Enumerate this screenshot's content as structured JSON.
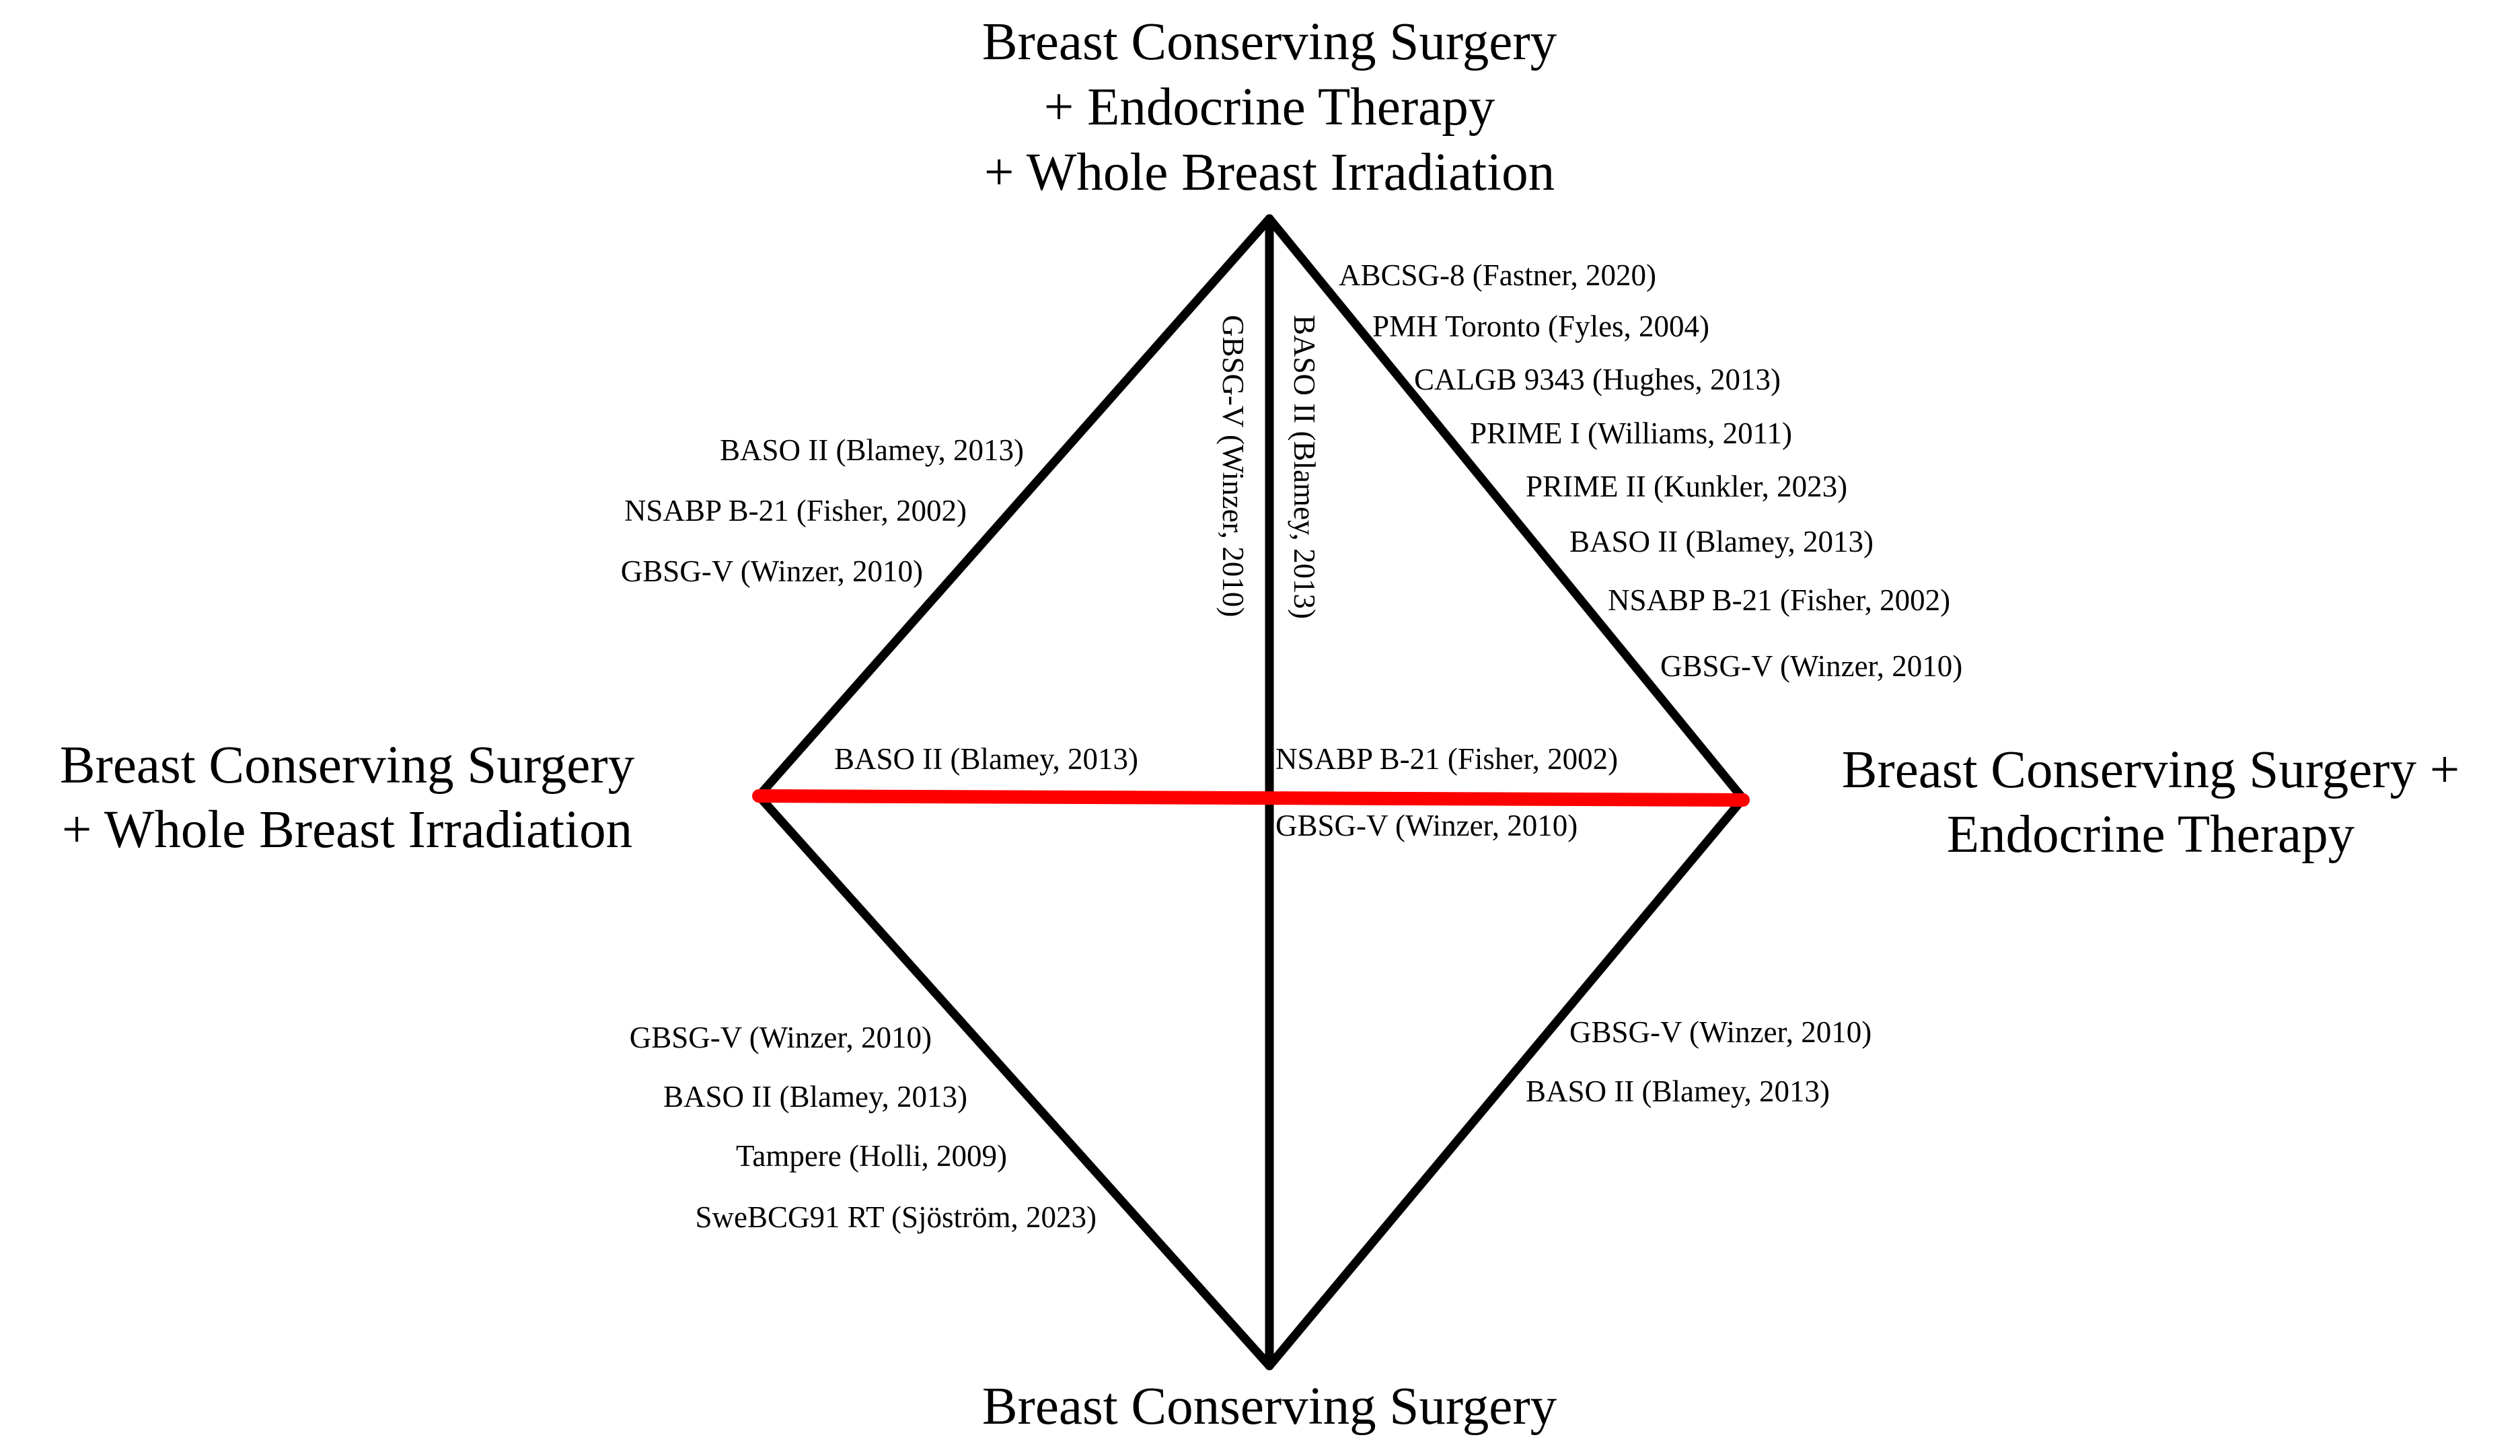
{
  "colors": {
    "line": "#000000",
    "highlight_line": "#ff0000",
    "background": "#ffffff"
  },
  "nodes": {
    "top": [
      "Breast Conserving Surgery",
      "+ Endocrine Therapy",
      "+ Whole Breast Irradiation"
    ],
    "left": [
      "Breast Conserving Surgery",
      "+ Whole Breast Irradiation"
    ],
    "right": [
      "Breast Conserving Surgery +",
      "Endocrine Therapy"
    ],
    "bottom": [
      "Breast Conserving Surgery"
    ]
  },
  "edges": {
    "top_right": [
      "ABCSG-8 (Fastner, 2020)",
      "PMH Toronto (Fyles, 2004)",
      "CALGB 9343 (Hughes, 2013)",
      "PRIME I (Williams, 2011)",
      "PRIME II (Kunkler, 2023)",
      "BASO II (Blamey, 2013)",
      "NSABP B-21 (Fisher, 2002)",
      "GBSG-V (Winzer, 2010)"
    ],
    "top_left": [
      "BASO II (Blamey, 2013)",
      "NSABP B-21 (Fisher, 2002)",
      "GBSG-V (Winzer, 2010)"
    ],
    "top_bottom": [
      "GBSG-V (Winzer, 2010)",
      "BASO II (Blamey, 2013)"
    ],
    "left_right": {
      "above_left": "BASO II (Blamey, 2013)",
      "above_right": "NSABP B-21 (Fisher, 2002)",
      "below_right": "GBSG-V (Winzer, 2010)"
    },
    "left_bottom": [
      "GBSG-V (Winzer, 2010)",
      "BASO II (Blamey, 2013)",
      "Tampere (Holli, 2009)",
      "SweBCG91 RT (Sjöström, 2023)"
    ],
    "right_bottom": [
      "GBSG-V (Winzer, 2010)",
      "BASO II (Blamey, 2013)"
    ]
  }
}
